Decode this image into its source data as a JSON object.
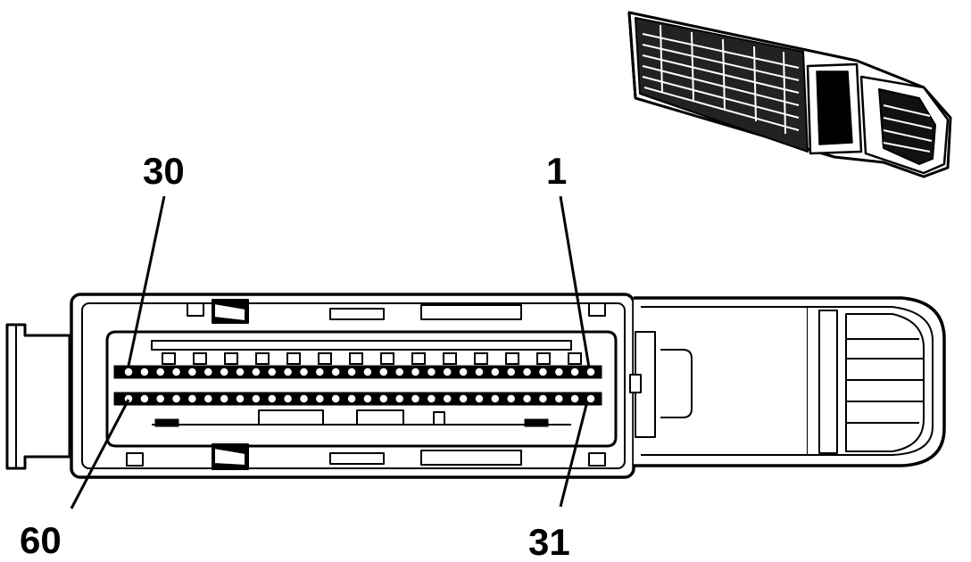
{
  "labels": {
    "pin_top_left": "30",
    "pin_top_right": "1",
    "pin_bottom_left": "60",
    "pin_bottom_right": "31"
  },
  "connector": {
    "pins_per_row": 30,
    "rows": 2,
    "colors": {
      "stroke": "#000000",
      "fill": "#ffffff"
    }
  }
}
